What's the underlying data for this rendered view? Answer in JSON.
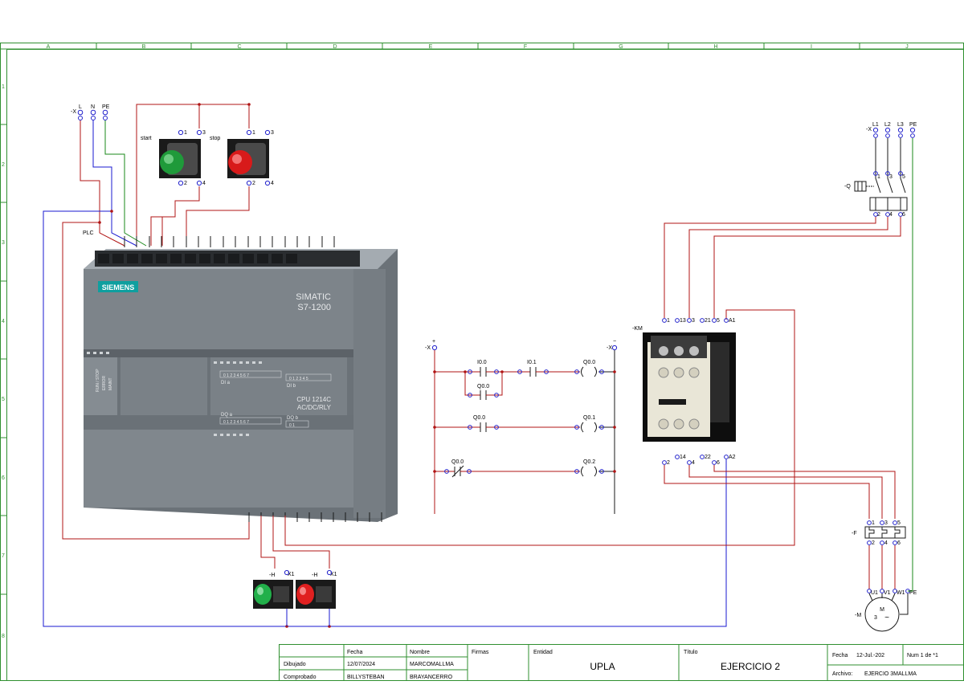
{
  "grid": {
    "columns": [
      "A",
      "B",
      "C",
      "D",
      "E",
      "F",
      "G",
      "H",
      "I",
      "J"
    ],
    "rows": [
      "1",
      "2",
      "3",
      "4",
      "5",
      "6",
      "7",
      "8"
    ]
  },
  "colors": {
    "frame": "#2f8f2f",
    "phase_wire": "#b01414",
    "neutral_wire": "#1a1ad0",
    "pe_wire": "#1a8a1a",
    "terminal": "#2222cc"
  },
  "supply": {
    "tag": "-X",
    "terminals": [
      "L",
      "N",
      "PE"
    ]
  },
  "buttons": {
    "start": {
      "label": "start",
      "contacts": [
        "1",
        "3",
        "2",
        "4"
      ]
    },
    "stop": {
      "label": "stop",
      "contacts": [
        "1",
        "3",
        "2",
        "4"
      ]
    }
  },
  "plc": {
    "tag": "PLC",
    "brand": "SIEMENS",
    "family_line1": "SIMATIC",
    "family_line2": "S7-1200",
    "model_line1": "CPU 1214C",
    "model_line2": "AC/DC/RLY",
    "led_labels": [
      "RUN / STOP",
      "ERROR",
      "MAINT"
    ],
    "di_a": "DI a",
    "di_b": "DI b",
    "dq_a": "DQ a",
    "dq_b": "DQ b",
    "di_a_digits": "0 1 2 3 4 5 6 7",
    "di_b_digits": "0 1 2 3 4 5",
    "dq_a_digits": "0 1 2 3 4 5 6 7",
    "dq_b_digits": "0 1"
  },
  "ladder": {
    "left_rail": {
      "tag": "-X",
      "symbol": "+"
    },
    "right_rail": {
      "tag": "-X",
      "symbol": "−"
    },
    "rungs": [
      {
        "contacts": [
          "I0.0",
          "I0.1"
        ],
        "parallel": "Q0.0",
        "coil": "Q0.0"
      },
      {
        "contacts": [
          "Q0.0"
        ],
        "coil": "Q0.1"
      },
      {
        "contacts": [
          "Q0.0"
        ],
        "coil": "Q0.2",
        "negated": true
      }
    ]
  },
  "contactor": {
    "tag": "-KM",
    "top_terminals": [
      "1",
      "13",
      "3",
      "21",
      "5",
      "A1"
    ],
    "bottom_terminals": [
      "2",
      "14",
      "4",
      "22",
      "6",
      "A2"
    ]
  },
  "power": {
    "supply_tag": "-X",
    "supply_terminals": [
      "L1",
      "L2",
      "L3",
      "PE"
    ],
    "breaker_tag": "-Q",
    "breaker_top": [
      "1",
      "3",
      "5"
    ],
    "breaker_bottom": [
      "2",
      "4",
      "6"
    ],
    "overload_tag": "-F",
    "overload_top": [
      "1",
      "3",
      "5"
    ],
    "overload_bottom": [
      "2",
      "4",
      "6"
    ],
    "motor_tag": "-M",
    "motor_terminals": [
      "U1",
      "V1",
      "W1",
      "PE"
    ],
    "motor_symbol": "M",
    "motor_phase": "3",
    "motor_ac": "~"
  },
  "pilots": [
    {
      "tag": "-H",
      "terminal": "X1",
      "color": "#22b04a"
    },
    {
      "tag": "-H",
      "terminal": "X1",
      "color": "#e02020"
    }
  ],
  "title_block": {
    "col_fecha": "Fecha",
    "col_nombre": "Nombre",
    "col_firmas": "Firmas",
    "col_entidad": "Entidad",
    "col_titulo": "Título",
    "row1_label": "Dibujado",
    "row1_date": "12/07/2024",
    "row1_name": "MARCOMALLMA",
    "row2_label": "Comprobado",
    "row2_date": "BILLYSTEBAN",
    "row2_name": "BRAYANCERRO",
    "entidad": "UPLA",
    "titulo": "EJERCICIO 2",
    "fecha_label": "Fecha",
    "fecha_value": "12-Jul.-202",
    "num_label": "Num 1 de *1",
    "archivo_label": "Archivo:",
    "archivo_value": "EJERCIO 3MALLMA"
  }
}
